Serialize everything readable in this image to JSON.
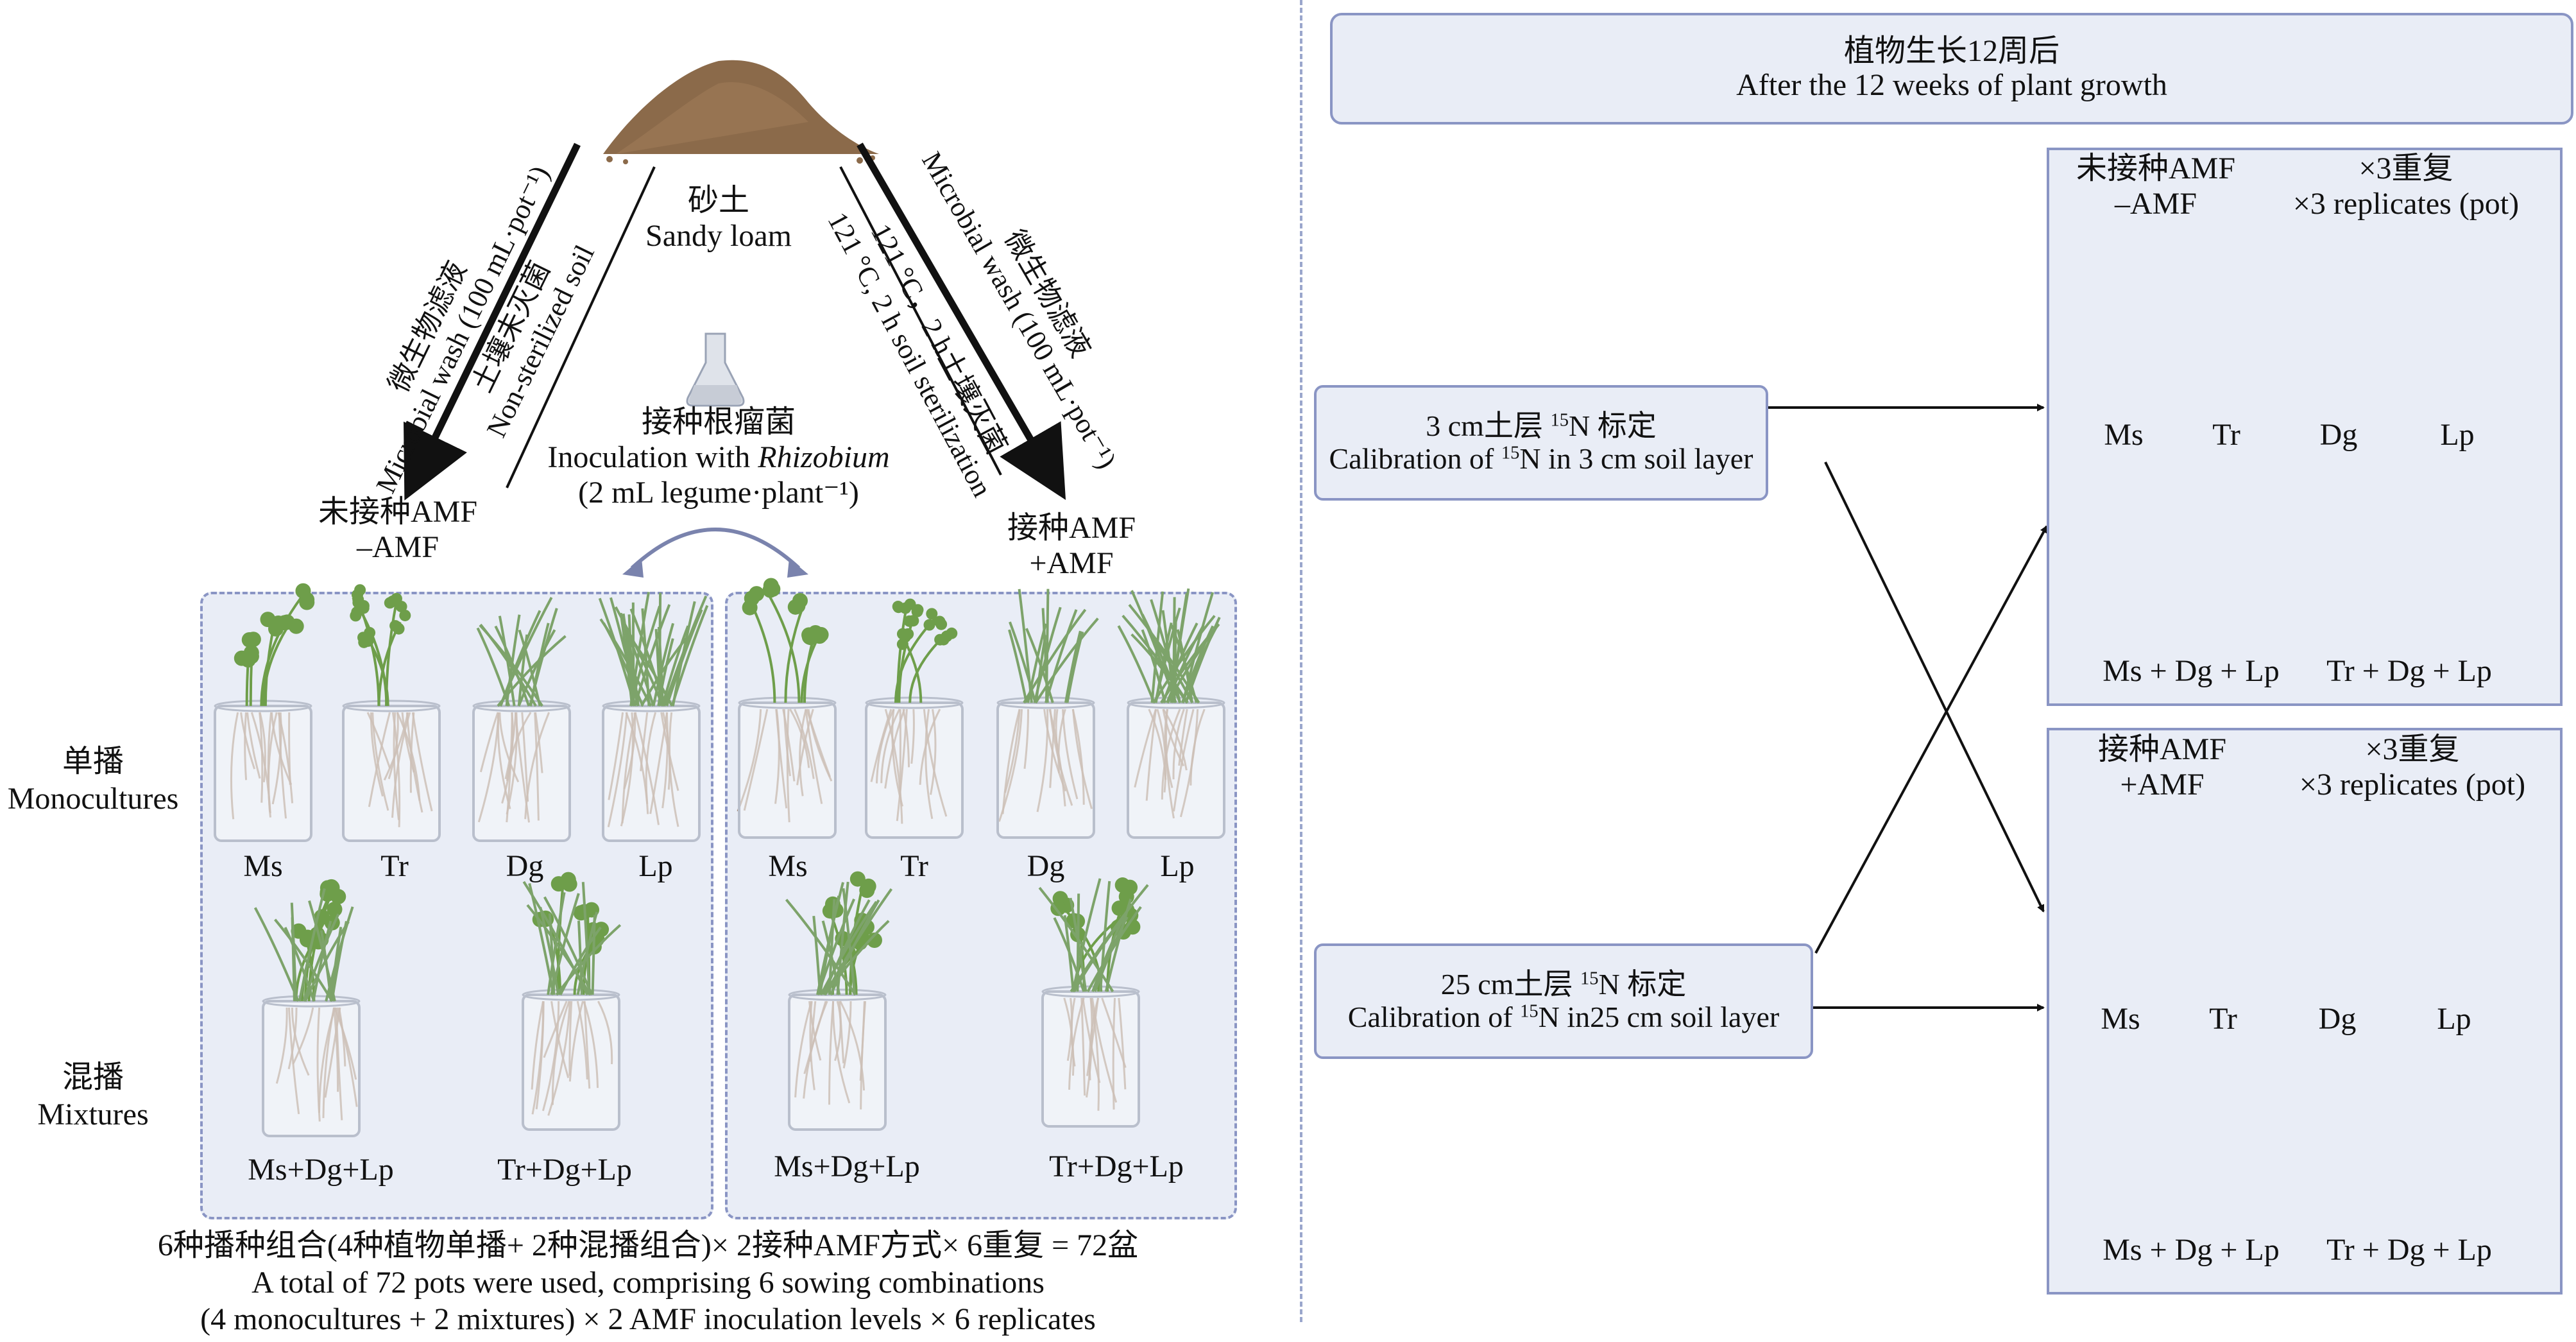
{
  "top": {
    "soil_cn": "砂土",
    "soil_en": "Sandy loam",
    "left_arrow_line1": "微生物滤液",
    "left_arrow_line2": "Microbial wash (100 mL·pot⁻¹)",
    "left_inner_line1": "土壤未灭菌",
    "left_inner_line2": "Non-sterilized soil",
    "right_inner_line1": "121 °C，2 h土壤灭菌",
    "right_inner_line2": "121 °C, 2 h soil sterilization",
    "right_arrow_line1": "微生物滤液",
    "right_arrow_line2": "Microbial wash (100 mL·pot⁻¹)",
    "rhizo_cn": "接种根瘤菌",
    "rhizo_en_prefix": "Inoculation with ",
    "rhizo_en_italic": "Rhizobium",
    "rhizo_dose": "(2 mL legume·plant⁻¹)",
    "noamf_cn": "未接种AMF",
    "noamf_en": "–AMF",
    "amf_cn": "接种AMF",
    "amf_en": "+AMF"
  },
  "left": {
    "mono_cn": "单播",
    "mono_en": "Monocultures",
    "mix_cn": "混播",
    "mix_en": "Mixtures",
    "mono_labels": [
      "Ms",
      "Tr",
      "Dg",
      "Lp"
    ],
    "mix_labels": [
      "Ms+Dg+Lp",
      "Tr+Dg+Lp"
    ],
    "footer_cn": "6种播种组合(4种植物单播+ 2种混播组合)× 2接种AMF方式× 6重复 = 72盆",
    "footer_en1": "A total of 72 pots were used, comprising 6 sowing combinations",
    "footer_en2": "(4 monocultures + 2 mixtures) × 2 AMF inoculation levels × 6 replicates"
  },
  "right": {
    "header_cn": "植物生长12周后",
    "header_en": "After the 12 weeks of plant growth",
    "cal3_line1_a": "3 cm土层 ",
    "cal3_sup": "15",
    "cal3_line1_b": "N 标定",
    "cal3_line2_a": "Calibration of ",
    "cal3_line2_b": "N in 3 cm soil layer",
    "cal25_line1_a": "25 cm土层 ",
    "cal25_sup": "15",
    "cal25_line1_b": "N 标定",
    "cal25_line2_a": "Calibration of ",
    "cal25_line2_b": "N in25 cm soil layer",
    "top_group": {
      "cond_cn": "未接种AMF",
      "cond_en": "–AMF",
      "rep_cn": "×3重复",
      "rep_en": "×3 replicates (pot)",
      "mono_labels": [
        "Ms",
        "Tr",
        "Dg",
        "Lp"
      ],
      "mix_labels": [
        "Ms + Dg + Lp",
        "Tr + Dg + Lp"
      ]
    },
    "bottom_group": {
      "cond_cn": "接种AMF",
      "cond_en": "+AMF",
      "rep_cn": "×3重复",
      "rep_en": "×3 replicates (pot)",
      "mono_labels": [
        "Ms",
        "Tr",
        "Dg",
        "Lp"
      ],
      "mix_labels": [
        "Ms + Dg + Lp",
        "Tr + Dg + Lp"
      ]
    }
  },
  "colors": {
    "panel_fill": "#e9edf6",
    "panel_border": "#8a95c4",
    "soil": "#8b6a4a",
    "leaf_green": "#6e9e4a",
    "grass_green": "#7da36a",
    "root": "#9b7d66",
    "pot": "#f6f7f9"
  }
}
